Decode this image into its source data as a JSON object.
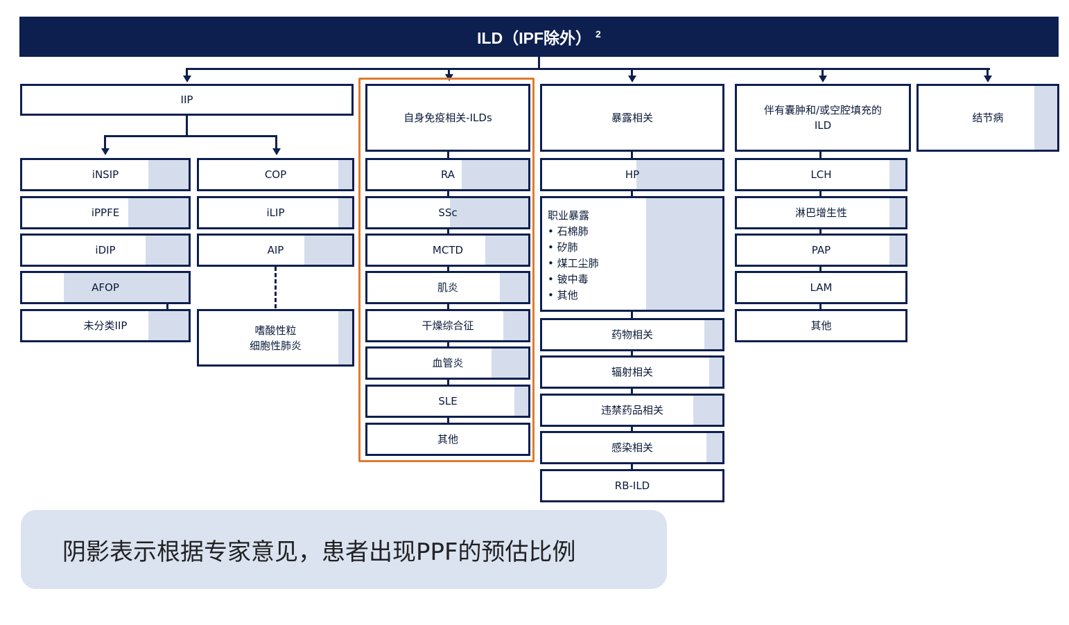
{
  "header": {
    "title": "ILD（IPF除外）",
    "sup": "2"
  },
  "colors": {
    "navy": "#0d1f4f",
    "shade": "#d5ddec",
    "highlight": "#e07a2c",
    "legend_bg": "#dbe3f1"
  },
  "categories": {
    "iip": "IIP",
    "autoimmune": "自身免疫相关-ILDs",
    "exposure": "暴露相关",
    "cystic": "伴有囊肿和/或空腔填充的\nILD",
    "sarcoidosis": "结节病"
  },
  "iip_left": [
    "iNSIP",
    "iPPFE",
    "iDIP",
    "AFOP",
    "未分类IIP"
  ],
  "iip_right": [
    "COP",
    "iLIP",
    "AIP",
    "嗜酸性粒\n细胞性肺炎"
  ],
  "autoimmune_items": [
    "RA",
    "SSc",
    "MCTD",
    "肌炎",
    "干燥综合征",
    "血管炎",
    "SLE",
    "其他"
  ],
  "exposure_items": {
    "hp": "HP",
    "occupational_title": "职业暴露",
    "occupational_list": [
      "石棉肺",
      "矽肺",
      "煤工尘肺",
      "铍中毒",
      "其他"
    ],
    "rest": [
      "药物相关",
      "辐射相关",
      "违禁药品相关",
      "感染相关",
      "RB-ILD"
    ]
  },
  "cystic_items": [
    "LCH",
    "淋巴增生性",
    "PAP",
    "LAM",
    "其他"
  ],
  "legend": "阴影表示根据专家意见，患者出现PPF的预估比例"
}
